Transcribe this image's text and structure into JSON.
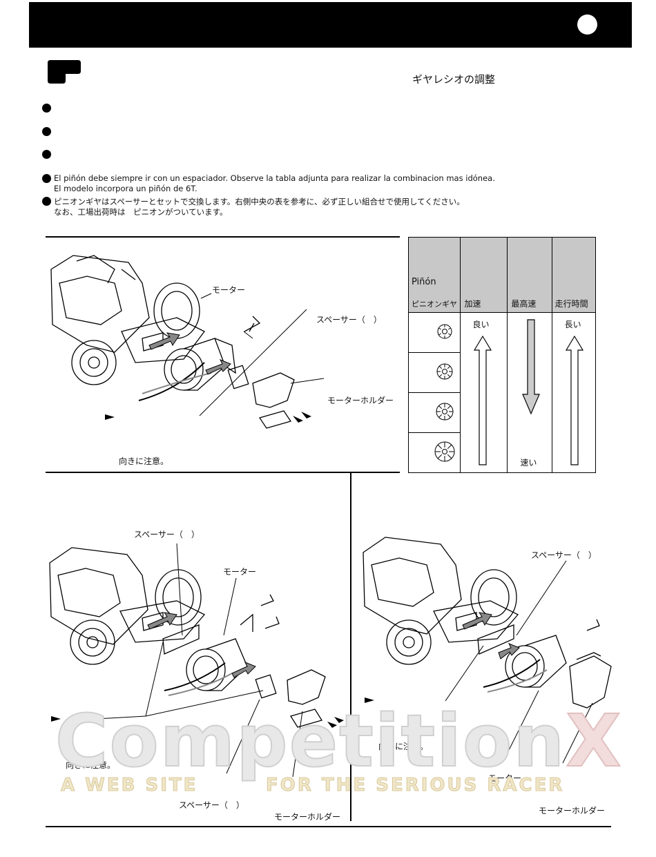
{
  "header": {
    "section_title_jp": "ギヤレシオの調整"
  },
  "notes": {
    "es_line1": "El piñón debe siempre ir con un espaciador. Observe la tabla adjunta para realizar la combinacion mas idónea.",
    "es_line2": "El modelo incorpora un piñón de 6T.",
    "jp_line1": "ピニオンギヤはスペーサーとセットで交換します。右側中央の表を参考に、必ず正しい組合せで使用してください。",
    "jp_line2": "なお、工場出荷時は　ピニオンがついています。"
  },
  "figure1": {
    "motor": "モーター",
    "spacer": "スペーサー（　）",
    "motor_holder": "モーターホルダー",
    "caution": "向きに注意。"
  },
  "table": {
    "col_pinion_es": "Piñón",
    "col_pinion_jp": "ピニオンギヤ",
    "col_accel": "加速",
    "col_topspeed": "最高速",
    "col_runtime": "走行時間",
    "good": "良い",
    "fast": "速い",
    "long": "長い"
  },
  "figure2": {
    "spacer_top": "スペーサー（　）",
    "motor": "モーター",
    "caution": "向きに注意。",
    "spacer_bottom": "スペーサー（　）",
    "motor_holder": "モーターホルダー"
  },
  "figure3": {
    "spacer": "スペーサー（　）",
    "caution": "向きに注意。",
    "motor": "モーター",
    "motor_holder": "モーターホルダー"
  },
  "watermark": {
    "brand_main": "Competition",
    "brand_x": "X",
    "tagline_left": "A WEB SITE",
    "tagline_right": "FOR THE SERIOUS RACER"
  }
}
